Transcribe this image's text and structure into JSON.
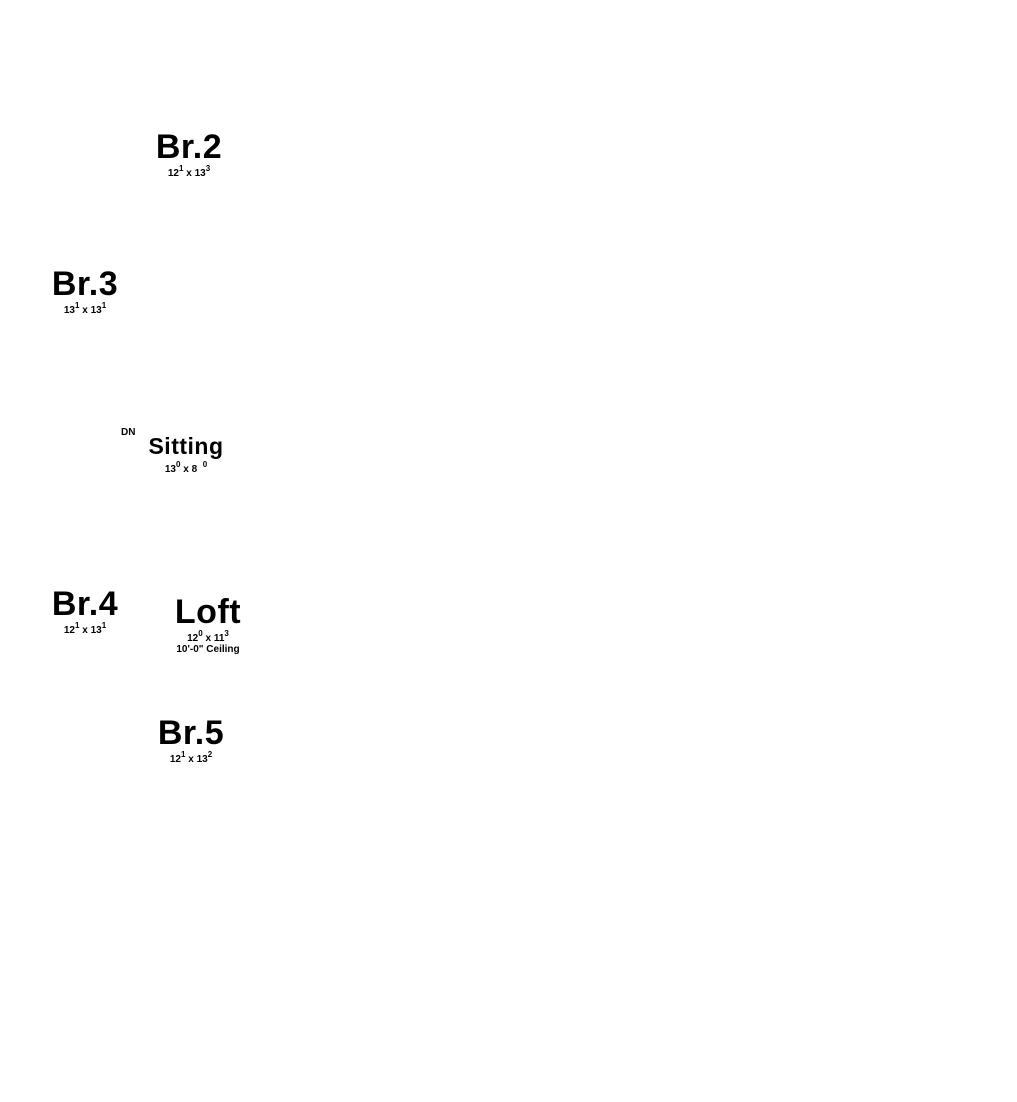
{
  "rooms": {
    "br2": {
      "name": "Br.2",
      "w_ft": "12",
      "w_in": "1",
      "sep": " x ",
      "l_ft": "13",
      "l_in": "3"
    },
    "br3": {
      "name": "Br.3",
      "w_ft": "13",
      "w_in": "1",
      "sep": " x ",
      "l_ft": "13",
      "l_in": "1"
    },
    "sitting": {
      "name": "Sitting",
      "w_ft": "13",
      "w_in": "0",
      "sep": " x ",
      "l_ft": "8",
      "l_in": "0"
    },
    "br4": {
      "name": "Br.4",
      "w_ft": "12",
      "w_in": "1",
      "sep": " x ",
      "l_ft": "13",
      "l_in": "1"
    },
    "loft": {
      "name": "Loft",
      "w_ft": "12",
      "w_in": "0",
      "sep": " x ",
      "l_ft": "11",
      "l_in": "3",
      "note": "10'-0\" Ceiling"
    },
    "br5": {
      "name": "Br.5",
      "w_ft": "12",
      "w_in": "1",
      "sep": " x ",
      "l_ft": "13",
      "l_in": "2"
    }
  },
  "stair_label": "DN"
}
